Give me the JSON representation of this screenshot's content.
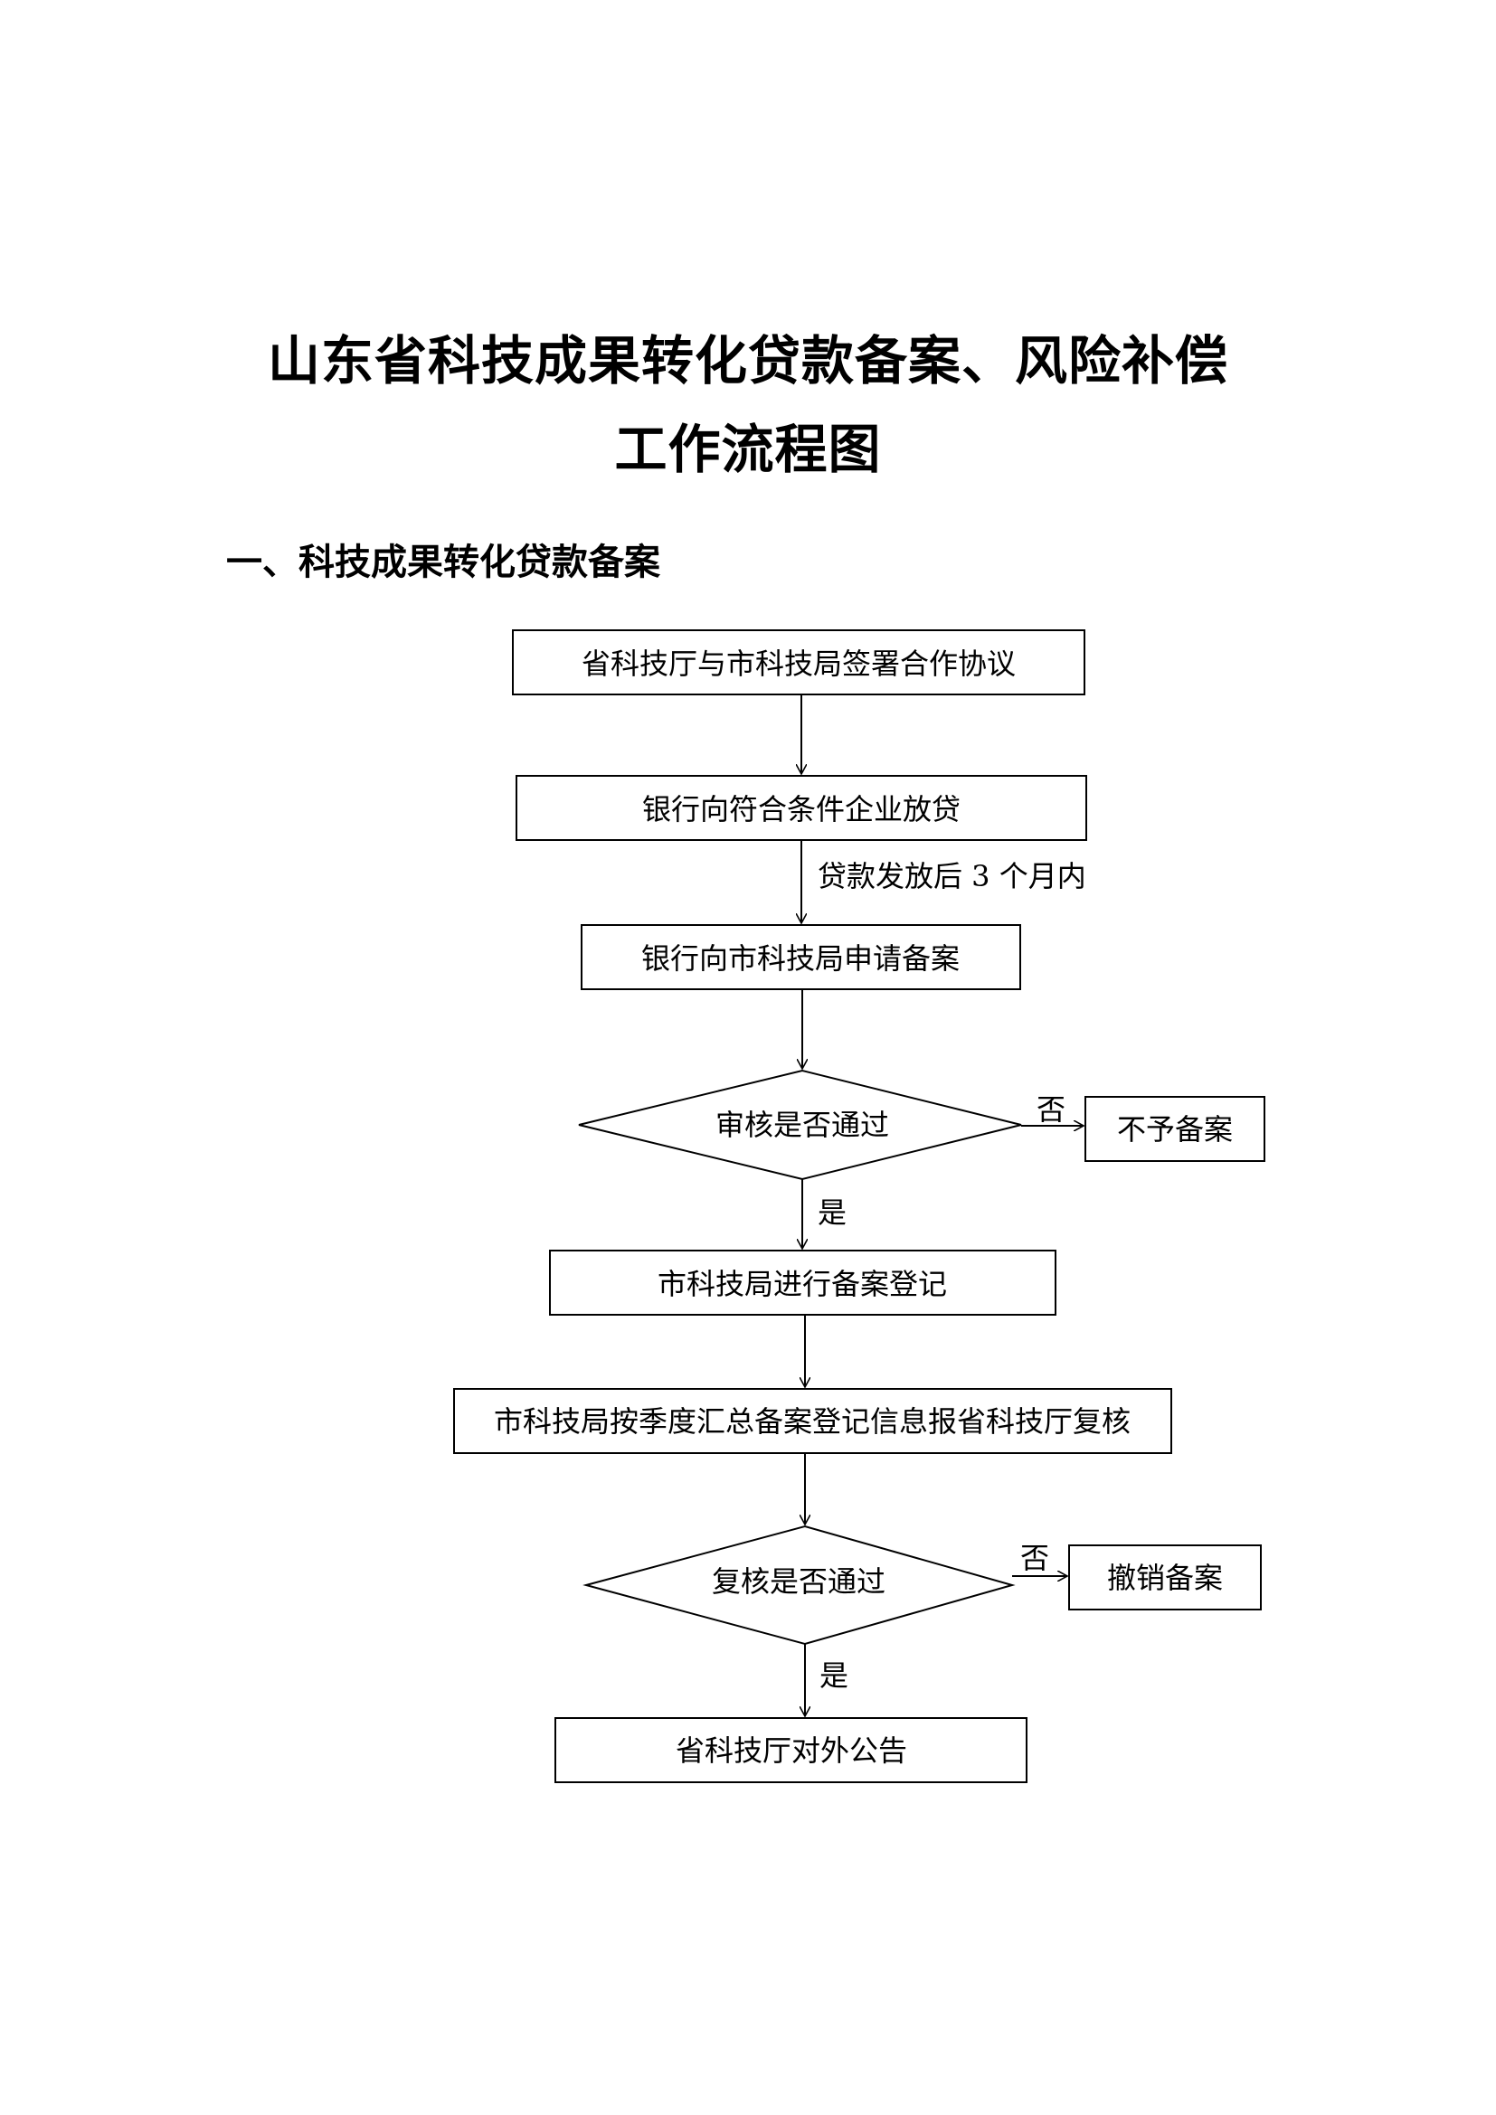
{
  "page": {
    "title_line1": "山东省科技成果转化贷款备案、风险补偿",
    "title_line2": "工作流程图",
    "section_heading": "一、科技成果转化贷款备案"
  },
  "flow": {
    "step1": "省科技厅与市科技局签署合作协议",
    "step2": "银行向符合条件企业放贷",
    "edge2_label": "贷款发放后 3 个月内",
    "step3": "银行向市科技局申请备案",
    "decision1": "审核是否通过",
    "decision1_no_label": "否",
    "decision1_no_result": "不予备案",
    "decision1_yes_label": "是",
    "step4": "市科技局进行备案登记",
    "step5": "市科技局按季度汇总备案登记信息报省科技厅复核",
    "decision2": "复核是否通过",
    "decision2_no_label": "否",
    "decision2_no_result": "撤销备案",
    "decision2_yes_label": "是",
    "step6": "省科技厅对外公告"
  }
}
